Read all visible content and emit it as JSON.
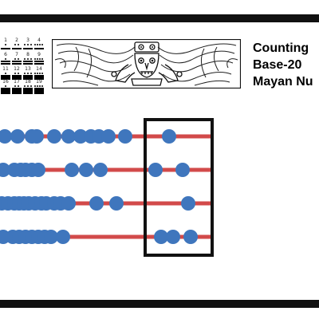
{
  "title": {
    "line1": "Counting",
    "line2": "Base-20",
    "line3": "Mayan Nu"
  },
  "numeral_chart": {
    "numbers": [
      "1",
      "2",
      "3",
      "4",
      "6",
      "7",
      "8",
      "9",
      "11",
      "12",
      "13",
      "14",
      "16",
      "17",
      "18",
      "19"
    ]
  },
  "frieze": {
    "icon": "mayan-deity-carving"
  },
  "abacus": {
    "rod_color": "#d24a4a",
    "bead_color": "#3f76bd",
    "frame_color": "#111111"
  }
}
